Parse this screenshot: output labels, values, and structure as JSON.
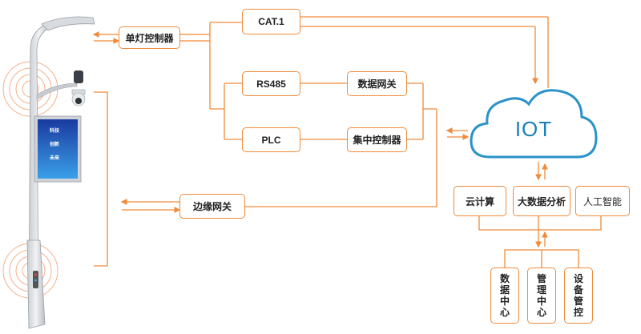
{
  "nodes": {
    "single_lamp_controller": "单灯控制器",
    "cat1": "CAT.1",
    "rs485": "RS485",
    "data_gateway": "数据网关",
    "plc": "PLC",
    "central_controller": "集中控制器",
    "edge_gateway": "边缘网关",
    "iot": "IOT",
    "cloud_computing": "云计算",
    "big_data": "大数据分析",
    "ai": "人工智能",
    "data_center": [
      "数",
      "据",
      "中",
      "心"
    ],
    "management_center": [
      "管",
      "理",
      "中",
      "心"
    ],
    "device_control": [
      "设",
      "备",
      "管",
      "控"
    ]
  },
  "screen_text": [
    "科技",
    "创新",
    "未来"
  ],
  "colors": {
    "line": "#f08a3a",
    "cloud_stroke": "#2a93c9",
    "iot_text": "#1c7fb8"
  }
}
